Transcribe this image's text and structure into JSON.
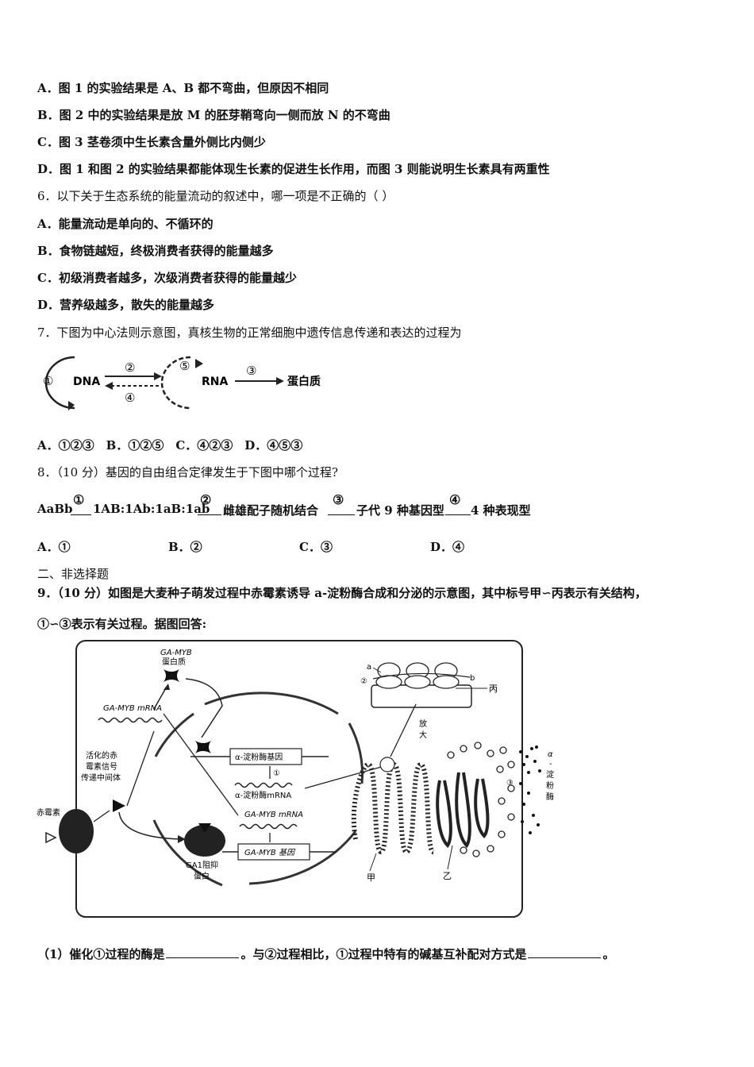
{
  "q5": {
    "A": "A．图 1 的实验结果是 A、B 都不弯曲，但原因不相同",
    "B": "B．图 2 中的实验结果是放 M 的胚芽鞘弯向一侧而放 N 的不弯曲",
    "C": "C．图 3 茎卷须中生长素含量外侧比内侧少",
    "D": "D．图 1 和图 2 的实验结果都能体现生长素的促进生长作用，而图 3 则能说明生长素具有两重性"
  },
  "q6": {
    "stem": "6．以下关于生态系统的能量流动的叙述中，哪一项是不正确的（ ）",
    "A": "A．能量流动是单向的、不循环的",
    "B": "B．食物链越短，终极消费者获得的能量越多",
    "C": "C．初级消费者越多，次级消费者获得的能量越少",
    "D": "D．营养级越多，散失的能量越多"
  },
  "q7": {
    "stem": "7．下图为中心法则示意图，真核生物的正常细胞中遗传信息传递和表达的过程为",
    "diagram": {
      "dna": "DNA",
      "rna": "RNA",
      "protein": "蛋白质",
      "n1": "①",
      "n2": "②",
      "n3": "③",
      "n4": "④",
      "n5": "⑤"
    },
    "options": "A．①②③　B．①②⑤　C．④②③　D．④⑤③"
  },
  "q8": {
    "stem": "8．（10 分）基因的自由组合定律发生于下图中哪个过程?",
    "flow": {
      "start": "AaBb",
      "s1": "①",
      "t1": "1AB:1Ab:1aB:1ab",
      "s2": "②",
      "t2": "雌雄配子随机结合",
      "s3": "③",
      "t3": "子代 9 种基因型",
      "s4": "④",
      "t4": "4 种表现型"
    },
    "A": "A．①",
    "B": "B．②",
    "C": "C．③",
    "D": "D．④"
  },
  "section2": "二、非选择题",
  "q9": {
    "stem1": "9．（10 分）如图是大麦种子萌发过程中赤霉素诱导 a-淀粉酶合成和分泌的示意图，其中标号甲∽丙表示有关结构，",
    "stem2": "①∽③表示有关过程。据图回答:",
    "diagram": {
      "ga_myb_protein": "GA-MYB",
      "protein_word": "蛋白质",
      "ga_myb_mrna_top": "GA-MYB mRNA",
      "activated1": "活化的赤",
      "activated2": "霉素信号",
      "activated3": "传递中间体",
      "gibberellin": "赤霉素",
      "amylase_gene": "α-淀粉酶基因",
      "amylase_mrna": "α-淀粉酶mRNA",
      "ga_myb_mrna": "GA-MYB mRNA",
      "ga_myb_gene": "GA-MYB 基因",
      "ga1_1": "GA1阻抑",
      "ga1_2": "蛋白",
      "enlarge1": "放",
      "enlarge2": "大",
      "label_a": "a",
      "label_b": "b",
      "label_bing": "丙",
      "label_2": "②",
      "label_1": "①",
      "label_3": "③",
      "label_jia": "甲",
      "label_yi": "乙",
      "alpha_amylase1": "α",
      "alpha_amylase2": "-",
      "alpha_amylase3": "淀",
      "alpha_amylase4": "粉",
      "alpha_amylase5": "酶"
    },
    "sub1_a": "（1）催化①过程的酶是",
    "sub1_b": "。与②过程相比，①过程中特有的碱基互补配对方式是",
    "sub1_c": "。"
  }
}
